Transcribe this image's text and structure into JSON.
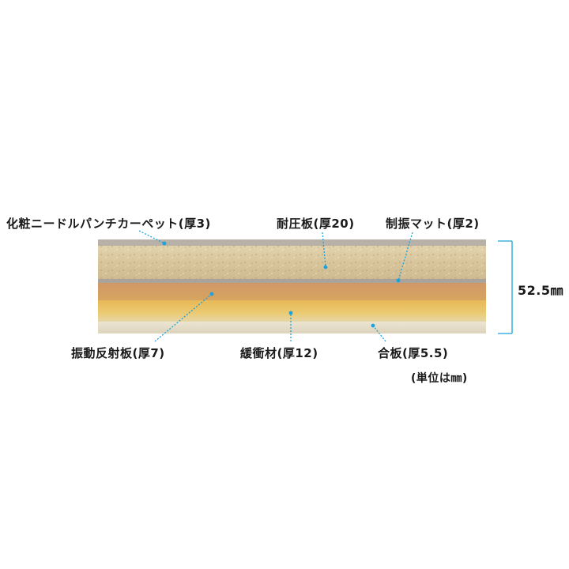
{
  "labels": {
    "carpet": "化粧ニードルパンチカーペット(厚3)",
    "pressure_board": "耐圧板(厚20)",
    "damping_mat": "制振マット(厚2)",
    "vibration_board": "振動反射板(厚7)",
    "cushion": "緩衝材(厚12)",
    "plywood": "合板(厚5.5)"
  },
  "total_thickness": "52.5㎜",
  "unit_note": "(単位は㎜)",
  "colors": {
    "leader": "#1aa3dc",
    "carpet": "#b7b0a6",
    "pressure_board": "#dccba4",
    "damping_mat": "#a8a29a",
    "vibration_board": "#d29a63",
    "cushion": "#e6bd62",
    "plywood": "#e9e3d3"
  }
}
